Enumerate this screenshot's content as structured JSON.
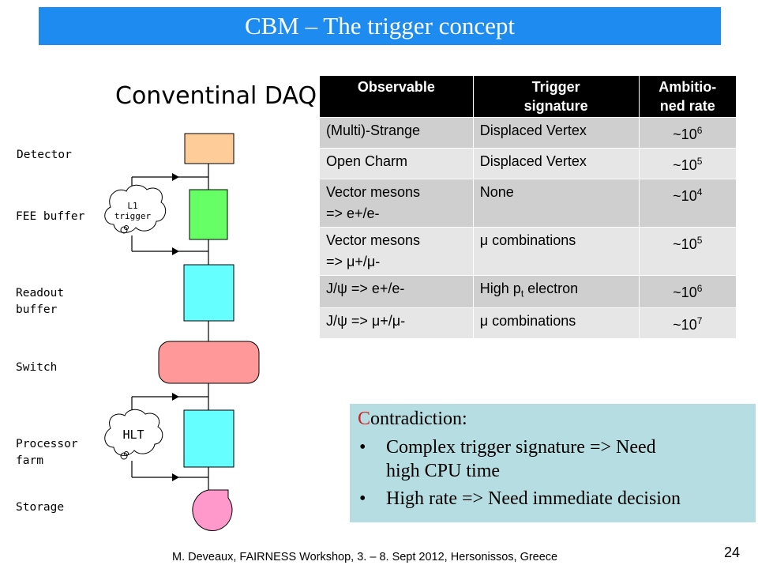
{
  "slide": {
    "title": "CBM – The trigger concept",
    "subtitle": "Conventinal DAQ",
    "page_number": "24",
    "footer": "M. Deveaux, FAIRNESS Workshop, 3. – 8. Sept 2012, Hersonissos, Greece"
  },
  "diagram": {
    "labels": [
      "Detector",
      "FEE buffer",
      "Readout",
      "buffer",
      "Switch",
      "Processor",
      "farm",
      "Storage"
    ],
    "l1_cloud": [
      "L1",
      "trigger"
    ],
    "hlt_cloud": "HLT",
    "colors": {
      "detector": "#fdcc99",
      "fee": "#66ff66",
      "readout": "#66ffff",
      "switch": "#ff9999",
      "processor": "#66ffff",
      "storage": "#ff99cc"
    }
  },
  "table": {
    "headers": [
      [
        "Observable"
      ],
      [
        "Trigger",
        "signature"
      ],
      [
        "Ambitio-",
        "ned rate"
      ]
    ],
    "rows": [
      {
        "observable": [
          "(Multi)-Strange"
        ],
        "sig_main": "Displaced Vertex",
        "sig_sub": "",
        "sig_rest": "",
        "rate_base": "~10",
        "rate_exp": "6"
      },
      {
        "observable": [
          "Open Charm"
        ],
        "sig_main": "Displaced Vertex",
        "sig_sub": "",
        "sig_rest": "",
        "rate_base": "~10",
        "rate_exp": "5"
      },
      {
        "observable": [
          "Vector mesons",
          "=> e+/e-"
        ],
        "sig_main": "None",
        "sig_sub": "",
        "sig_rest": "",
        "rate_base": "~10",
        "rate_exp": "4"
      },
      {
        "observable": [
          "Vector mesons",
          "=> μ+/μ-"
        ],
        "sig_main": "μ combinations",
        "sig_sub": "",
        "sig_rest": "",
        "rate_base": "~10",
        "rate_exp": "5"
      },
      {
        "observable": [
          "J/ψ  => e+/e-"
        ],
        "sig_main": "High p",
        "sig_sub": "t",
        "sig_rest": " electron",
        "rate_base": "~10",
        "rate_exp": "6"
      },
      {
        "observable": [
          "J/ψ  => μ+/μ-"
        ],
        "sig_main": "μ combinations",
        "sig_sub": "",
        "sig_rest": "",
        "rate_base": "~10",
        "rate_exp": "7"
      }
    ]
  },
  "callout": {
    "heading_first": "C",
    "heading_rest": "ontradiction:",
    "bullets": [
      [
        "Complex trigger signature => Need",
        "high CPU time"
      ],
      [
        "High rate => Need immediate decision"
      ]
    ]
  }
}
